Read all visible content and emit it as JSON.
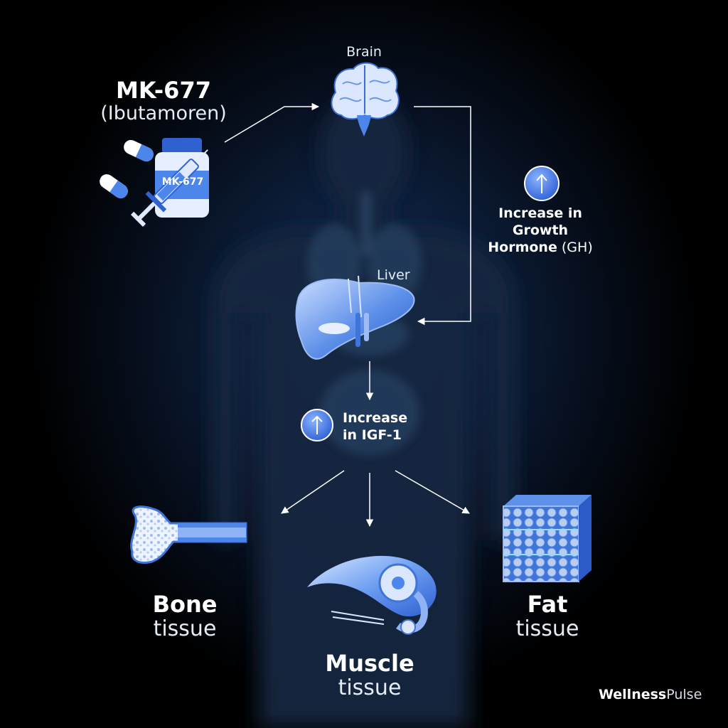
{
  "drug": {
    "name": "MK-677",
    "alt_name": "(Ibutamoren)",
    "bottle_label": "MK-677"
  },
  "nodes": {
    "brain": "Brain",
    "liver": "Liver"
  },
  "effects": {
    "gh_line1": "Increase in",
    "gh_line2": "Growth",
    "gh_line3": "Hormone",
    "gh_abbr": "(GH)",
    "igf_line1": "Increase",
    "igf_line2": "in IGF-1"
  },
  "tissues": {
    "bone": {
      "name": "Bone",
      "type": "tissue"
    },
    "muscle": {
      "name": "Muscle",
      "type": "tissue"
    },
    "fat": {
      "name": "Fat",
      "type": "tissue"
    }
  },
  "brand": {
    "bold": "Wellness",
    "light": "Pulse"
  },
  "colors": {
    "accent": "#4d86ea",
    "light_blue": "#cfe0ff",
    "background": "#000000"
  }
}
